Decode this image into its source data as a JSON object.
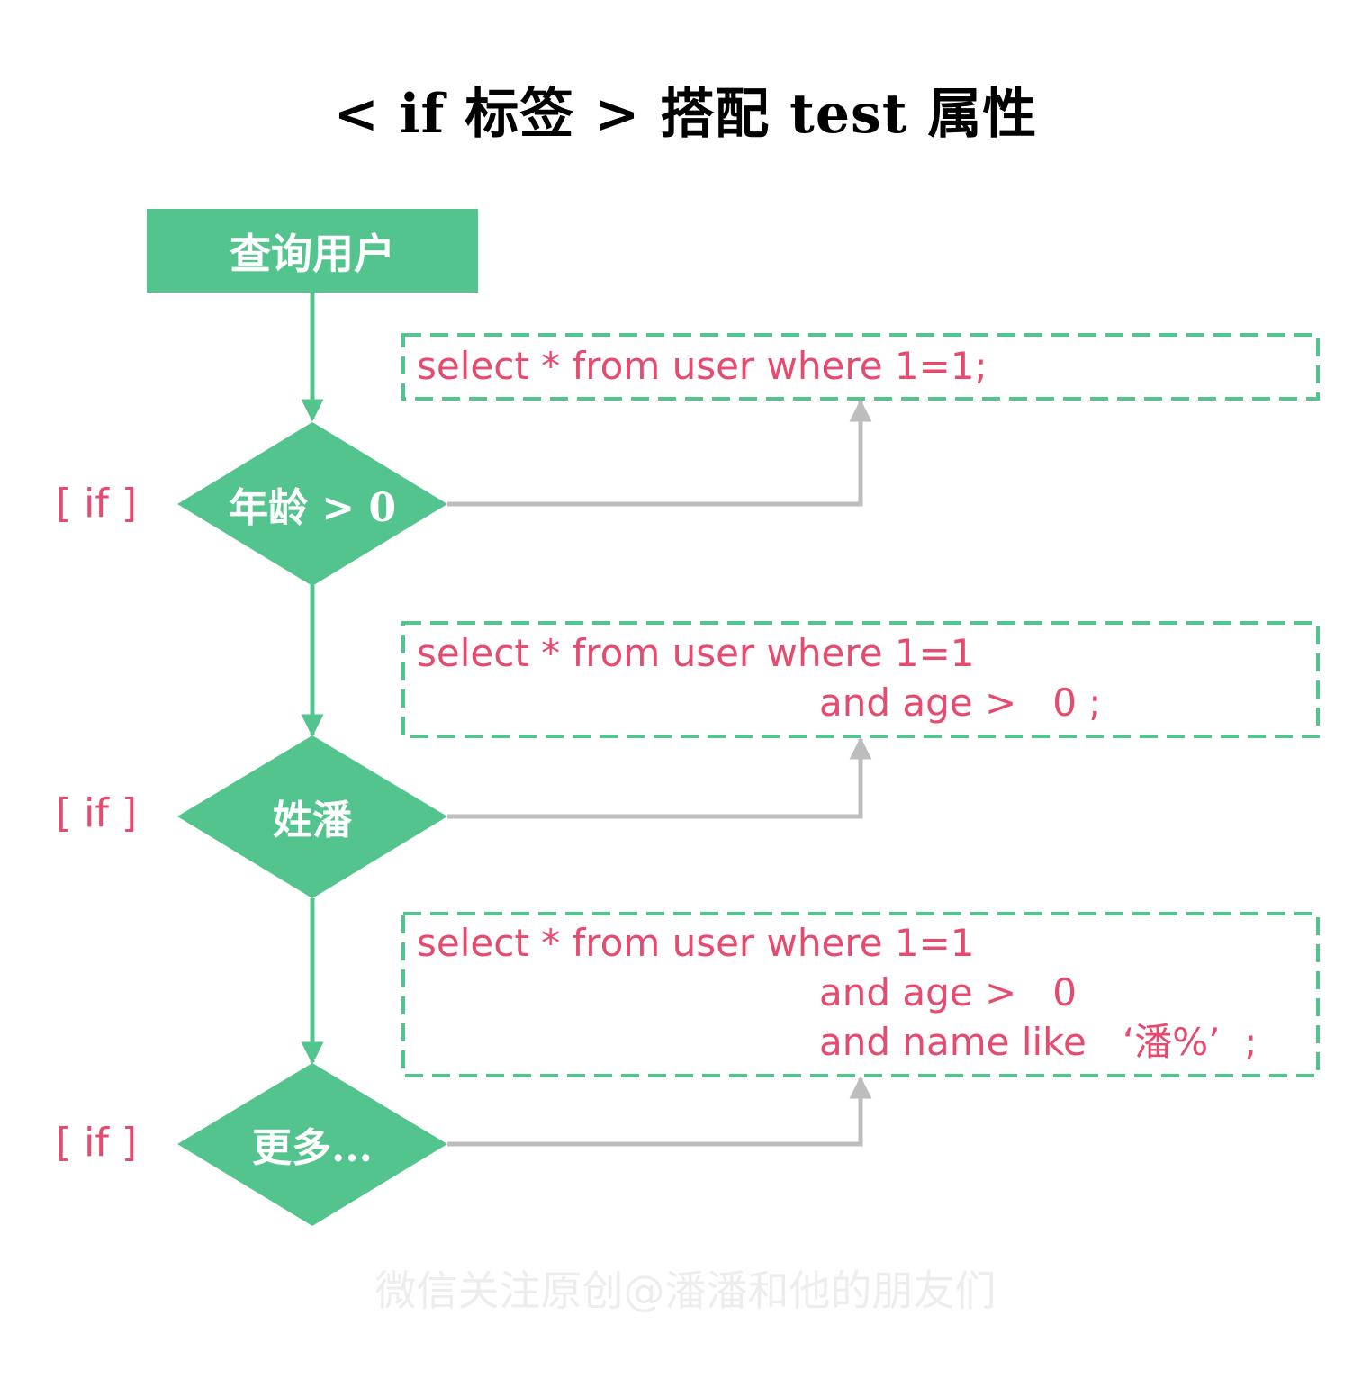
{
  "title": "< if 标签 > 搭配 test 属性",
  "start": "查询用户",
  "colors": {
    "green": "#53c48d",
    "pink": "#e44b6f",
    "gray": "#bdbdbd"
  },
  "conditions": [
    {
      "tag": "[ if ]",
      "label": "年龄 > 0"
    },
    {
      "tag": "[ if ]",
      "label": "姓潘"
    },
    {
      "tag": "[ if ]",
      "label": "更多..."
    }
  ],
  "sql": [
    {
      "line1": "select * from user where 1=1;"
    },
    {
      "line1": "select * from user where 1=1",
      "line2": "and age >   0 ;"
    },
    {
      "line1": "select * from user where 1=1",
      "line2": "and age >   0",
      "line3": "and name like   ‘潘%’  ;"
    }
  ],
  "watermark": "微信关注原创@潘潘和他的朋友们"
}
